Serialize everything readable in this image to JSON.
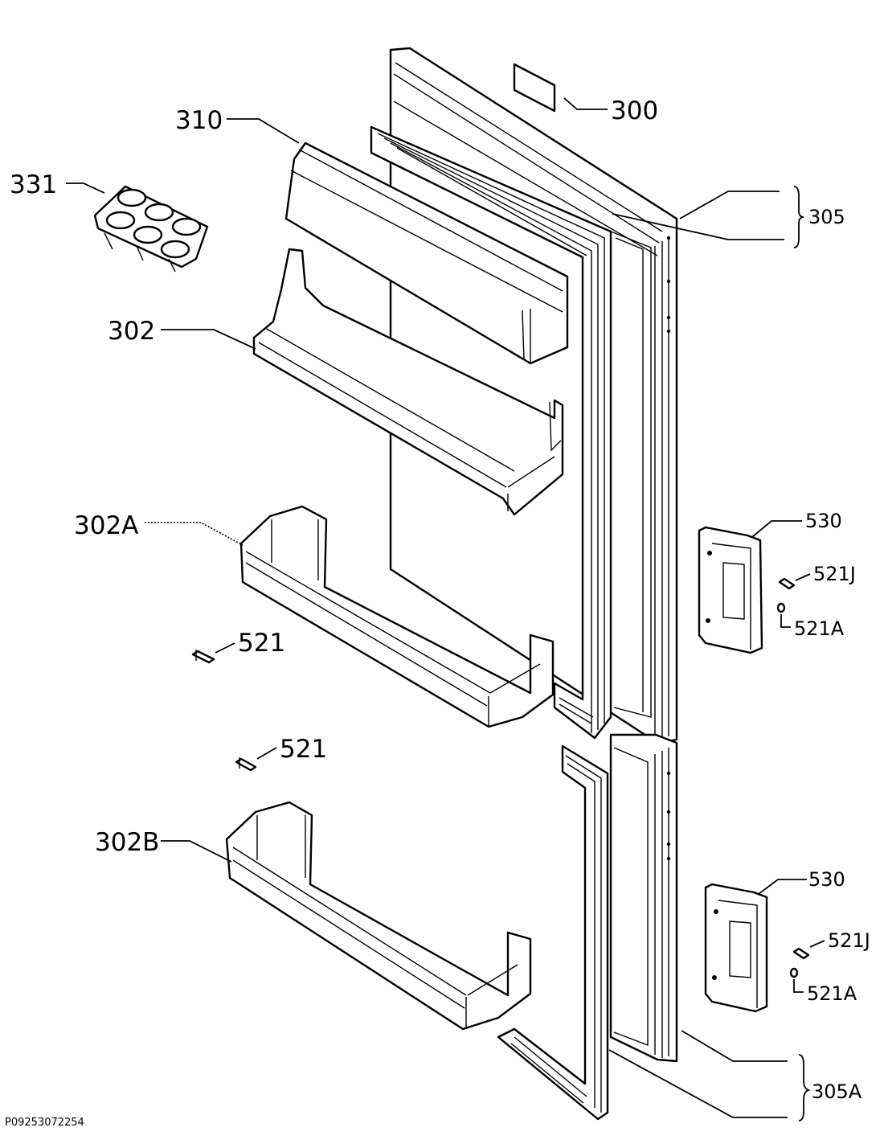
{
  "labels": {
    "p300": "300",
    "p310": "310",
    "p331": "331",
    "p305": "305",
    "p302": "302",
    "p302a": "302A",
    "p302b": "302B",
    "p521_upper": "521",
    "p521_lower": "521",
    "p530_upper": "530",
    "p530_lower": "530",
    "p521j_upper": "521J",
    "p521j_lower": "521J",
    "p521a_upper": "521A",
    "p521a_lower": "521A",
    "p305a": "305A"
  },
  "footer": {
    "code": "P09253072254"
  }
}
